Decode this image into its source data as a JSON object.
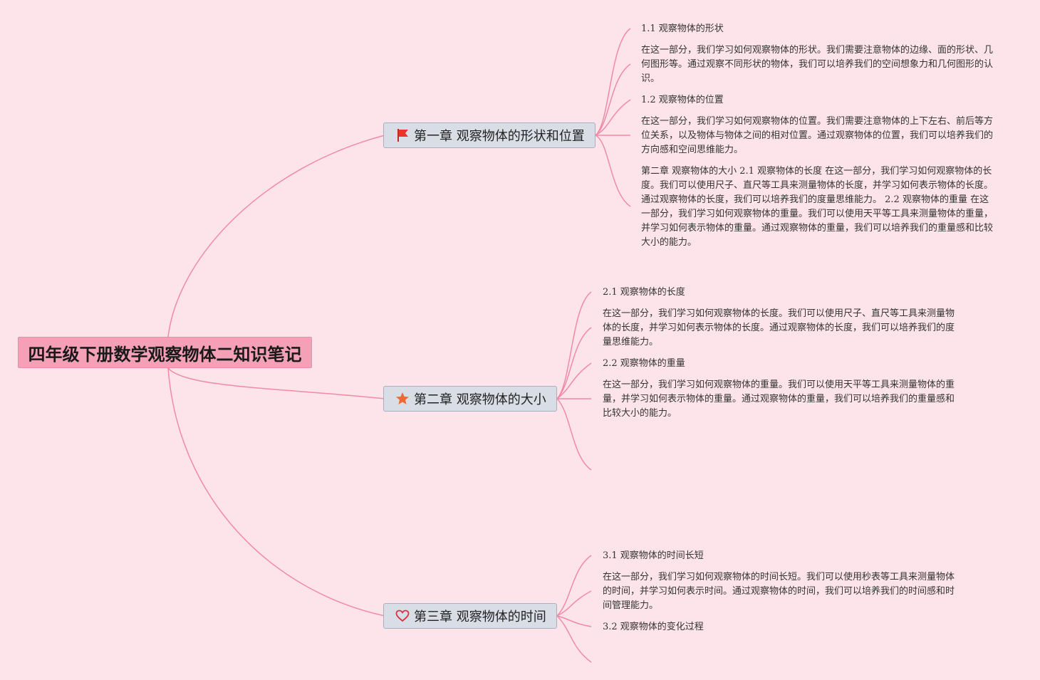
{
  "root": {
    "title": "四年级下册数学观察物体二知识笔记"
  },
  "chapters": [
    {
      "label": "第一章 观察物体的形状和位置",
      "icon": "flag-icon",
      "items": [
        "1.1 观察物体的形状",
        "在这一部分，我们学习如何观察物体的形状。我们需要注意物体的边缘、面的形状、几何图形等。通过观察不同形状的物体，我们可以培养我们的空间想象力和几何图形的认识。",
        "1.2 观察物体的位置",
        "在这一部分，我们学习如何观察物体的位置。我们需要注意物体的上下左右、前后等方位关系，以及物体与物体之间的相对位置。通过观察物体的位置，我们可以培养我们的方向感和空间思维能力。",
        "第二章 观察物体的大小 2.1 观察物体的长度 在这一部分，我们学习如何观察物体的长度。我们可以使用尺子、直尺等工具来测量物体的长度，并学习如何表示物体的长度。通过观察物体的长度，我们可以培养我们的度量思维能力。 2.2 观察物体的重量 在这一部分，我们学习如何观察物体的重量。我们可以使用天平等工具来测量物体的重量，并学习如何表示物体的重量。通过观察物体的重量，我们可以培养我们的重量感和比较大小的能力。"
      ]
    },
    {
      "label": "第二章 观察物体的大小",
      "icon": "star-icon",
      "items": [
        "2.1 观察物体的长度",
        "在这一部分，我们学习如何观察物体的长度。我们可以使用尺子、直尺等工具来测量物体的长度，并学习如何表示物体的长度。通过观察物体的长度，我们可以培养我们的度量思维能力。",
        "2.2 观察物体的重量",
        "在这一部分，我们学习如何观察物体的重量。我们可以使用天平等工具来测量物体的重量，并学习如何表示物体的重量。通过观察物体的重量，我们可以培养我们的重量感和比较大小的能力。"
      ]
    },
    {
      "label": "第三章 观察物体的时间",
      "icon": "heart-icon",
      "items": [
        "3.1 观察物体的时间长短",
        "在这一部分，我们学习如何观察物体的时间长短。我们可以使用秒表等工具来测量物体的时间，并学习如何表示时间。通过观察物体的时间，我们可以培养我们的时间感和时间管理能力。",
        "3.2 观察物体的变化过程"
      ]
    }
  ],
  "colors": {
    "background": "#fde4ea",
    "connector": "#f08aa6",
    "root_fill": "#f4a0b6",
    "chapter_fill": "#d9dde6",
    "flag": "#e8352b",
    "star": "#ec6a33",
    "heart": "#d8333f"
  }
}
